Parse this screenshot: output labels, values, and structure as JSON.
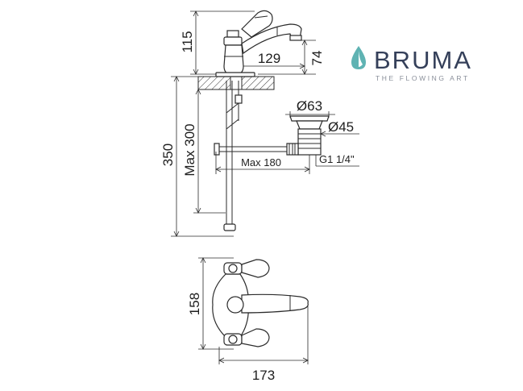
{
  "colors": {
    "line": "#2b2b2b",
    "brand": "#35405a",
    "drop": "#5fb3b3",
    "tagline": "#8a8f9a"
  },
  "logo": {
    "name": "BRUMA",
    "tagline": "THE FLOWING ART",
    "icon": "water-drop-icon"
  },
  "dimensions": {
    "height_spout": "115",
    "spout_reach": "129",
    "spout_height": "74",
    "total_height": "350",
    "max_height": "Max 300",
    "waste_outer": "Ø63",
    "waste_inner": "Ø45",
    "max_length": "Max 180",
    "thread": "G1 1/4\"",
    "plan_depth": "158",
    "plan_width": "173"
  }
}
